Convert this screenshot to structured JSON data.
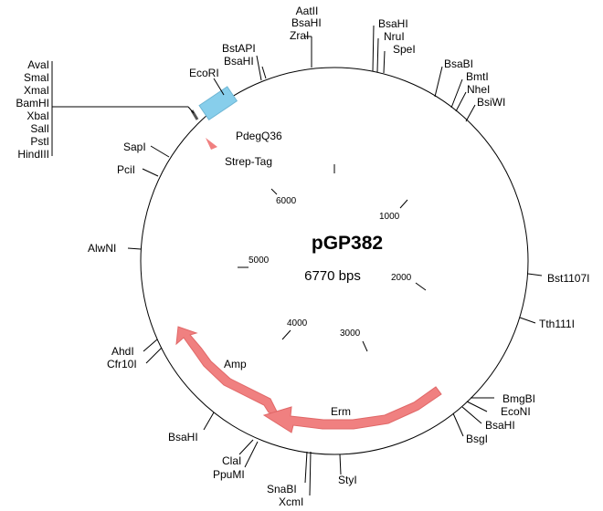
{
  "plasmid": {
    "name": "pGP382",
    "length_label": "6770 bps"
  },
  "colors": {
    "circle": "#000000",
    "feature_red": "#f08080",
    "feature_blue": "#87ceeb"
  },
  "features": {
    "promoter": "PdegQ36",
    "tag": "Strep-Tag",
    "amp": "Amp",
    "erm": "Erm"
  },
  "ticks": [
    "1000",
    "2000",
    "3000",
    "4000",
    "5000",
    "6000"
  ],
  "sites": {
    "aatII": "AatII",
    "bsaHI_top": "BsaHI",
    "zraI": "ZraI",
    "bsaHI_tr": "BsaHI",
    "nruI": "NruI",
    "speI": "SpeI",
    "bsaBI": "BsaBI",
    "bmtI": "BmtI",
    "nheI": "NheI",
    "bsiWI": "BsiWI",
    "bstAPI": "BstAPI",
    "bsaHI_tl": "BsaHI",
    "ecoRI": "EcoRI",
    "mcs": [
      "AvaI",
      "SmaI",
      "XmaI",
      "BamHI",
      "XbaI",
      "SalI",
      "PstI",
      "HindIII"
    ],
    "sapI": "SapI",
    "pciI": "PciI",
    "alwNI": "AlwNI",
    "bst1107I": "Bst1107I",
    "tth111I": "Tth111I",
    "ahdI": "AhdI",
    "cfr10I": "Cfr10I",
    "bmgBI": "BmgBI",
    "ecoNI": "EcoNI",
    "bsaHI_br": "BsaHI",
    "bsgI": "BsgI",
    "bsaHI_bl": "BsaHI",
    "claI": "ClaI",
    "ppuMI": "PpuMI",
    "snaBI": "SnaBI",
    "xcmI": "XcmI",
    "styI": "StyI"
  }
}
